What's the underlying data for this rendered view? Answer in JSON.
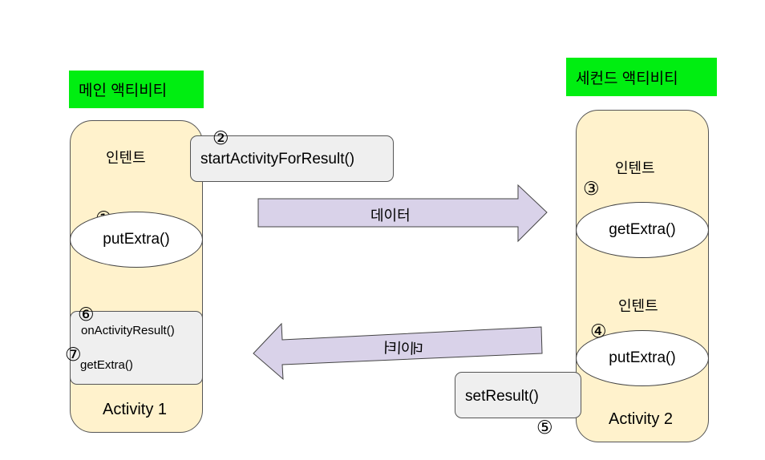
{
  "main_activity": {
    "title": "메인 액티비티",
    "intent_label": "인텐트",
    "put_extra": "putExtra()",
    "on_activity_result": "onActivityResult()",
    "get_extra": "getExtra()",
    "name": "Activity 1"
  },
  "second_activity": {
    "title": "세컨드 액티비티",
    "intent_label_top": "인텐트",
    "get_extra": "getExtra()",
    "intent_label_bottom": "인텐트",
    "put_extra": "putExtra()",
    "name": "Activity 2"
  },
  "start_activity_for_result": "startActivityForResult()",
  "set_result": "setResult()",
  "arrow_forward_label": "데이터",
  "arrow_back_label": "데이터",
  "steps": [
    "①",
    "②",
    "③",
    "④",
    "⑤",
    "⑥",
    "⑦"
  ],
  "colors": {
    "label_bg": "#00ee11",
    "activity_bg": "#fff2cc",
    "arrow_fill": "#d9d2e9",
    "box_bg": "#efefef"
  }
}
